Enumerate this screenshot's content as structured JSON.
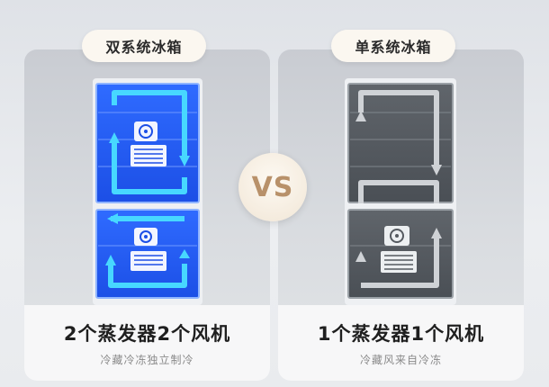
{
  "left": {
    "badge": "双系统冰箱",
    "title": "2个蒸发器2个风机",
    "subtitle": "冷藏冷冻独立制冷",
    "accent": "#1a5dff"
  },
  "right": {
    "badge": "单系统冰箱",
    "title": "1个蒸发器1个风机",
    "subtitle": "冷藏风来自冷冻",
    "accent": "#555a60"
  },
  "vs_label": "VS",
  "icons": [
    "fan-icon",
    "evaporator-icon",
    "airflow-arrow-icon"
  ]
}
